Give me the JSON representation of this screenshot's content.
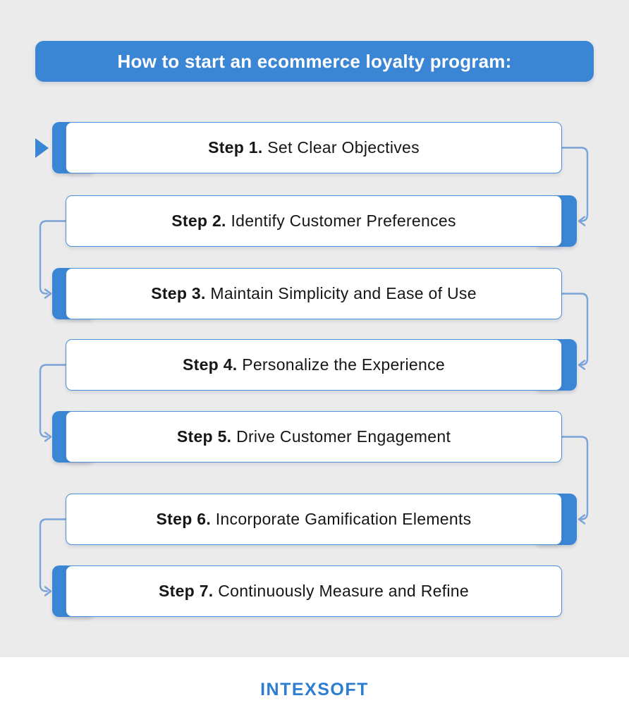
{
  "header": {
    "title": "How to start an ecommerce loyalty program:"
  },
  "steps": [
    {
      "label": "Step 1.",
      "title": "Set Clear Objectives",
      "tab_side": "left"
    },
    {
      "label": "Step 2.",
      "title": "Identify Customer Preferences",
      "tab_side": "right"
    },
    {
      "label": "Step 3.",
      "title": "Maintain Simplicity and Ease of Use",
      "tab_side": "left"
    },
    {
      "label": "Step 4.",
      "title": "Personalize the Experience",
      "tab_side": "right"
    },
    {
      "label": "Step 5.",
      "title": "Drive Customer Engagement",
      "tab_side": "left"
    },
    {
      "label": "Step 6.",
      "title": "Incorporate Gamification Elements",
      "tab_side": "right"
    },
    {
      "label": "Step 7.",
      "title": "Continuously Measure and Refine",
      "tab_side": "left"
    }
  ],
  "flow": {
    "direction": "top-to-bottom",
    "start_marker": "right-pointing-triangle",
    "connector_style": "rounded-elbow-arrows-alternating-sides"
  },
  "footer": {
    "logo_text": "INTEXSOFT"
  },
  "colors": {
    "accent_blue": "#3a85d4",
    "connector_blue": "#7aa3d8",
    "box_border": "#4a90d9",
    "background": "#ebebec",
    "text": "#161616",
    "logo_blue": "#2d7dd2",
    "header_text": "#ffffff",
    "footer_bg": "#ffffff"
  }
}
